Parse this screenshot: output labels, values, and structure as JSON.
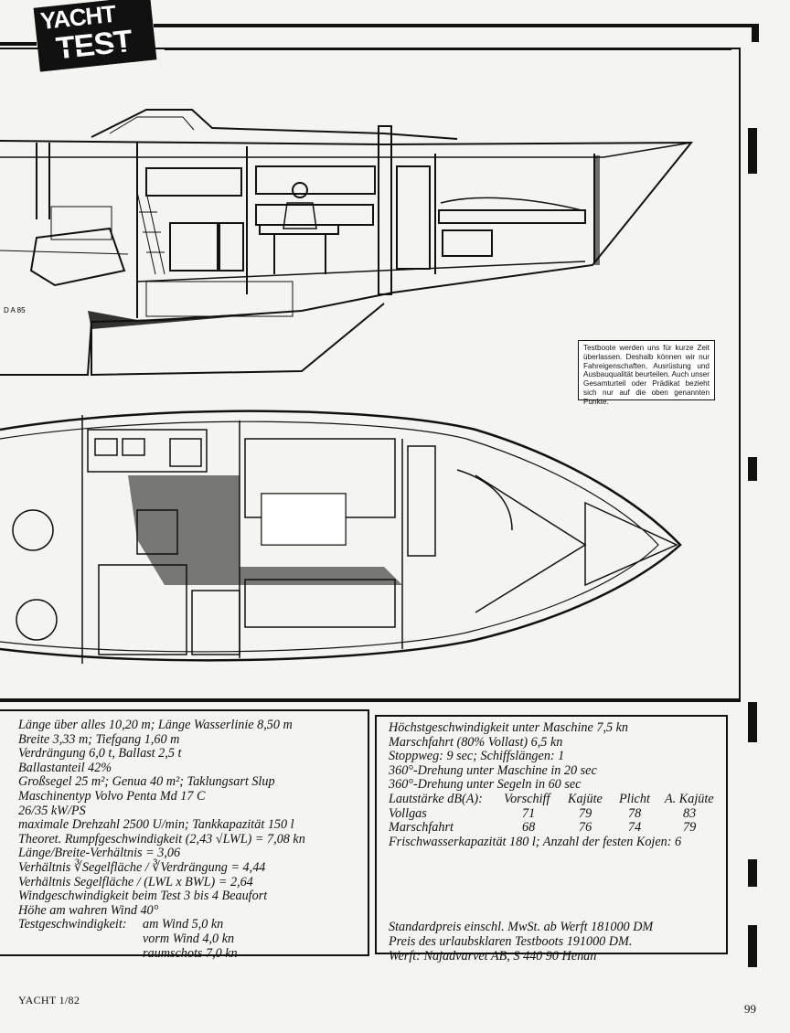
{
  "logo": {
    "line1": "YACHT",
    "line2": "TEST"
  },
  "note": "Testboote werden uns für kurze Zeit überlassen. Deshalb können wir nur Fahreigenschaften, Ausrüstung und Ausbauqualität beurteilen. Auch unser Gesamturteil oder Prädikat bezieht sich nur auf die oben genannten Punkte.",
  "drawing_signature": "D A 85",
  "specs_left": [
    "Länge über alles 10,20 m; Länge Wasserlinie 8,50 m",
    "Breite 3,33 m; Tiefgang 1,60 m",
    "Verdrängung 6,0 t, Ballast 2,5 t",
    "Ballastanteil 42%",
    "Großsegel 25 m²; Genua 40 m²; Taklungsart Slup",
    "Maschinentyp Volvo Penta Md 17 C",
    "26/35 kW/PS",
    "maximale Drehzahl 2500 U/min; Tankkapazität 150 l",
    "Theoret. Rumpfgeschwindigkeit (2,43 √LWL) = 7,08 kn",
    "Länge/Breite-Verhältnis = 3,06",
    "Verhältnis ∛Segelfläche / ∛Verdrängung = 4,44",
    "Verhältnis Segelfläche / (LWL x BWL) = 2,64",
    "Windgeschwindigkeit beim Test 3 bis 4 Beaufort",
    "Höhe am wahren Wind 40°"
  ],
  "test_speed": {
    "label": "Testgeschwindigkeit:",
    "rows": [
      "am Wind 5,0 kn",
      "vorm Wind 4,0 kn",
      "raumschots 7,0 kn"
    ]
  },
  "specs_right": [
    "Höchstgeschwindigkeit unter Maschine 7,5 kn",
    "Marschfahrt (80% Vollast) 6,5 kn",
    "Stoppweg: 9 sec; Schiffslängen: 1",
    "360°-Drehung unter Maschine in 20 sec",
    "360°-Drehung unter Segeln in 60 sec"
  ],
  "noise_table": {
    "header": [
      "Lautstärke dB(A):",
      "Vorschiff",
      "Kajüte",
      "Plicht",
      "A. Kajüte"
    ],
    "rows": [
      [
        "Vollgas",
        "71",
        "79",
        "78",
        "83"
      ],
      [
        "Marschfahrt",
        "68",
        "76",
        "74",
        "79"
      ]
    ]
  },
  "freshwater": "Frischwasserkapazität 180 l; Anzahl der festen Kojen: 6",
  "price_lines": [
    "Standardpreis einschl. MwSt. ab Werft 181000 DM",
    "Preis des urlaubsklaren Testboots 191000 DM.",
    "Werft: Najadvarvet AB, S 440 90 Henan"
  ],
  "footer": {
    "left": "YACHT 1/82",
    "page": "99"
  }
}
